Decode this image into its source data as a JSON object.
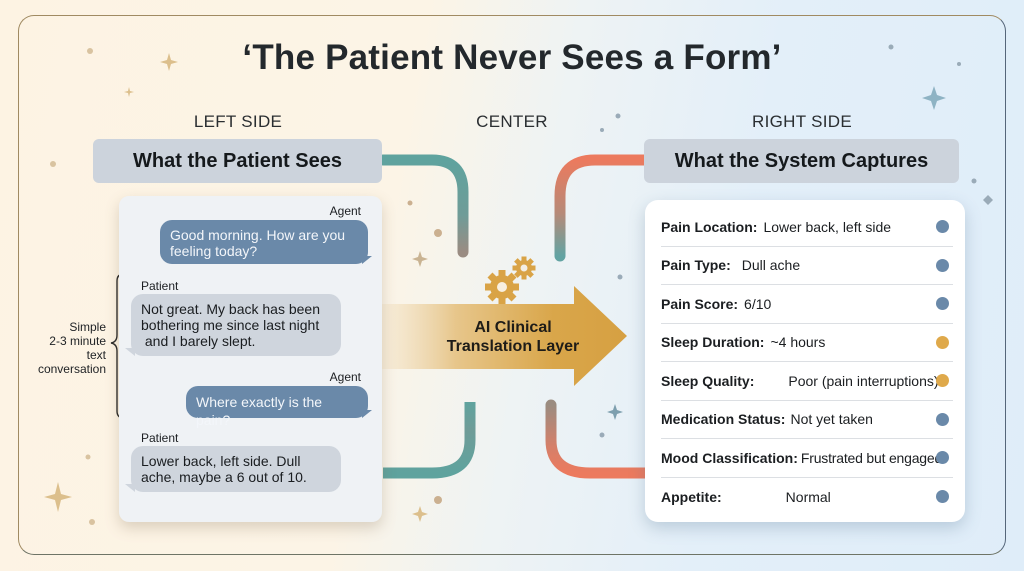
{
  "title": "‘The Patient Never Sees a Form’",
  "columns": {
    "left": {
      "label": "LEFT SIDE",
      "header": "What the Patient Sees"
    },
    "center": {
      "label": "CENTER"
    },
    "right": {
      "label": "RIGHT SIDE",
      "header": "What the System Captures"
    }
  },
  "conversation": {
    "brace_annotation": [
      "Simple",
      "2-3 minute",
      "text",
      "conversation"
    ],
    "messages": [
      {
        "speaker": "Agent",
        "role": "agent",
        "lines": [
          "Good morning. How are you",
          "feeling today?"
        ]
      },
      {
        "speaker": "Patient",
        "role": "patient",
        "lines": [
          "Not great. My back has been",
          "bothering me since last night",
          " and I barely slept."
        ]
      },
      {
        "speaker": "Agent",
        "role": "agent",
        "lines": [
          "Where exactly is the pain?"
        ]
      },
      {
        "speaker": "Patient",
        "role": "patient",
        "lines": [
          "Lower back, left side. Dull",
          "ache, maybe a 6 out of 10."
        ]
      }
    ]
  },
  "translation_layer": {
    "label_lines": [
      "AI Clinical",
      "Translation Layer"
    ],
    "icon": "gears-icon"
  },
  "captured_fields": [
    {
      "label": "Pain Location:",
      "value": "Lower back, left side",
      "status": "blue"
    },
    {
      "label": "Pain Type:",
      "value": "Dull ache",
      "status": "blue"
    },
    {
      "label": "Pain Score:",
      "value": "6/10",
      "status": "blue"
    },
    {
      "label": "Sleep Duration:",
      "value": "~4 hours",
      "status": "amber"
    },
    {
      "label": "Sleep Quality:",
      "value": "Poor (pain interruptions)",
      "status": "amber"
    },
    {
      "label": "Medication Status:",
      "value": "Not yet taken",
      "status": "blue"
    },
    {
      "label": "Mood Classification:",
      "value": "Frustrated but engaged",
      "status": "blue"
    },
    {
      "label": "Appetite:",
      "value": "Normal",
      "status": "blue"
    }
  ],
  "colors": {
    "status_blue": "#6a89a9",
    "status_amber": "#dfa94b",
    "teal_connector": "#5fa39e",
    "coral_connector": "#ec7a5e",
    "arrow_gold": "#d9a64a",
    "agent_bubble": "#6a89a9",
    "patient_bubble": "#cfd5dd"
  }
}
